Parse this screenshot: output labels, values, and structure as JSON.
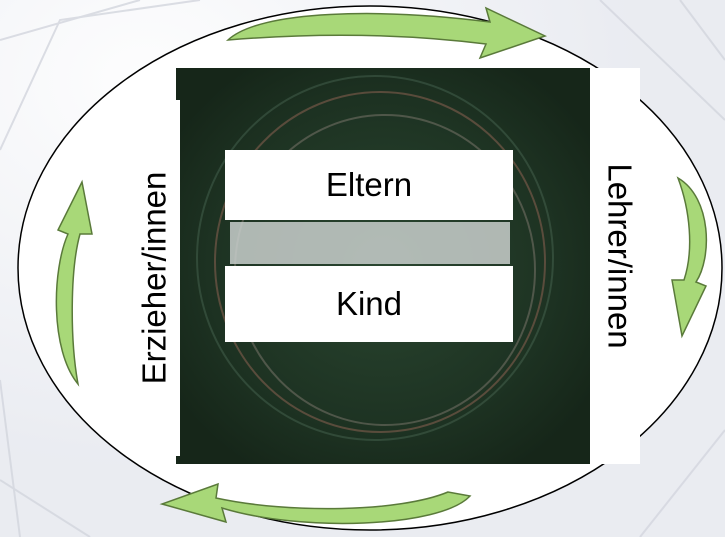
{
  "diagram": {
    "center_boxes": {
      "top": "Eltern",
      "bottom": "Kind"
    },
    "side_labels": {
      "left": "Erzieher/innen",
      "right": "Lehrer/innen"
    },
    "arrow_color": "#a8d878",
    "arrow_stroke": "#5a7a3a",
    "ellipse_stroke": "#000000",
    "photo_tone": "#1f3525"
  }
}
